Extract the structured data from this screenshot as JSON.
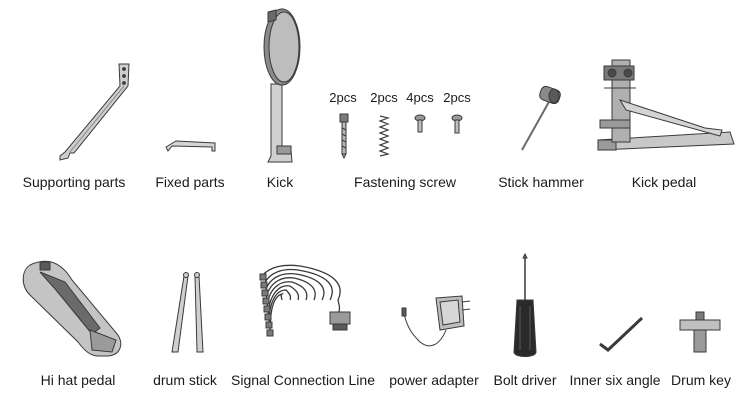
{
  "labels": {
    "supporting_parts": "Supporting parts",
    "fixed_parts": "Fixed parts",
    "kick": "Kick",
    "fastening_screw": "Fastening screw",
    "stick_hammer": "Stick hammer",
    "kick_pedal": "Kick pedal",
    "hi_hat_pedal": "Hi hat pedal",
    "drum_stick": "drum stick",
    "signal_connection_line": "Signal Connection Line",
    "power_adapter": "power adapter",
    "bolt_driver": "Bolt driver",
    "inner_six_angle": "Inner six angle",
    "drum_key": "Drum key"
  },
  "screw_quantities": [
    "2pcs",
    "2pcs",
    "4pcs",
    "2pcs"
  ],
  "colors": {
    "line": "#3a3a3a",
    "metal": "#c8c8c8",
    "metal_dark": "#8a8a8a",
    "black": "#1e1e1e"
  }
}
